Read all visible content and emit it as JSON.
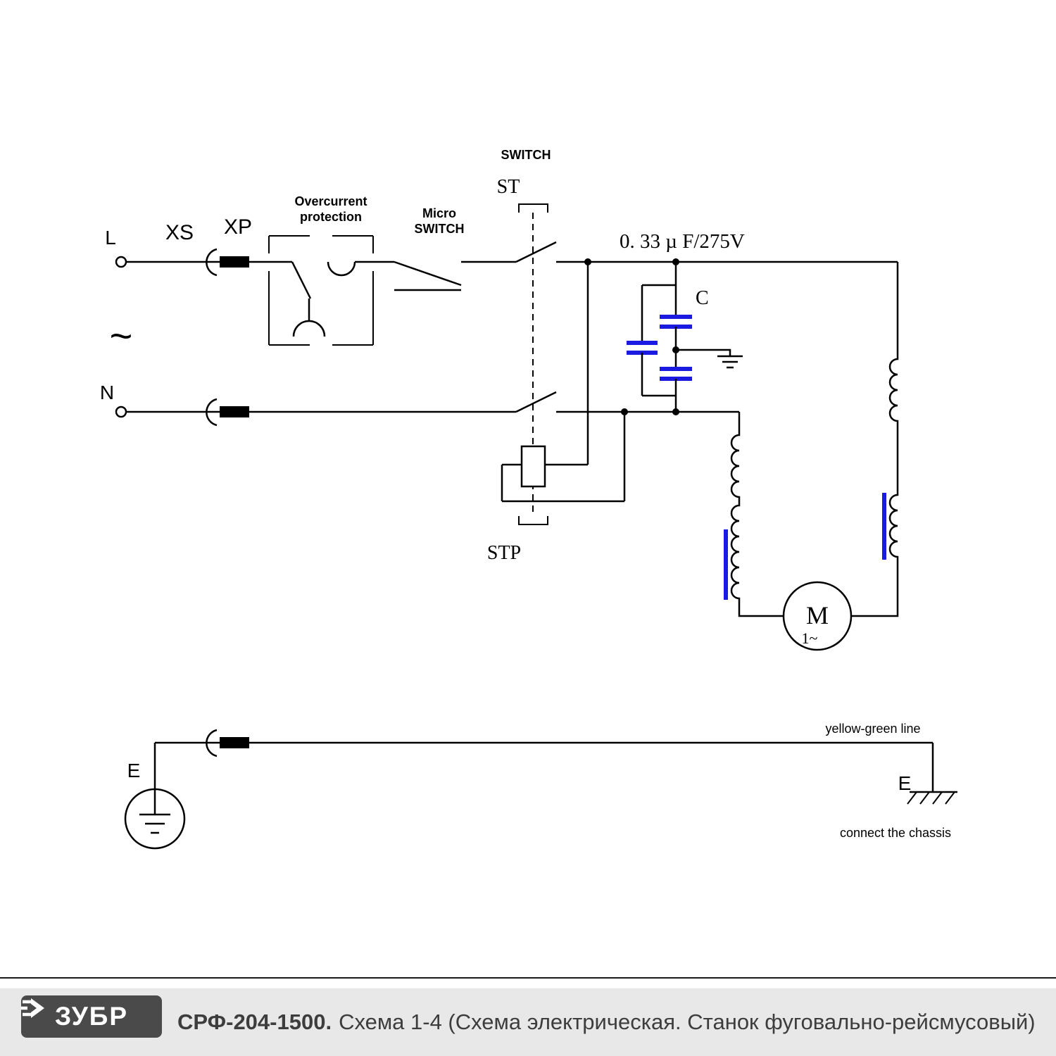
{
  "colors": {
    "wire": "#000000",
    "component_blue": "#1a1ae0",
    "footer_bg": "#e8e8e8",
    "logo_bg": "#4a4a4a",
    "title_text": "#3d3d3d"
  },
  "labels": {
    "switch": "SWITCH",
    "st": "ST",
    "stp": "STP",
    "l": "L",
    "n": "N",
    "xs": "XS",
    "xp": "XP",
    "tilde": "~",
    "overcurrent_line1": "Overcurrent",
    "overcurrent_line2": "protection",
    "micro_line1": "Micro",
    "micro_line2": "SWITCH",
    "cap_value": "0. 33 µ F/275V",
    "cap_name": "C",
    "motor": "M",
    "motor_phase": "1~",
    "e_left": "E",
    "e_right": "E",
    "yellow_green": "yellow-green line",
    "connect_chassis": "connect the chassis"
  },
  "footer": {
    "brand": "ЗУБР",
    "model": "СРФ-204-1500.",
    "caption": "Схема 1-4 (Схема электрическая. Станок фуговально-рейсмусовый)"
  }
}
